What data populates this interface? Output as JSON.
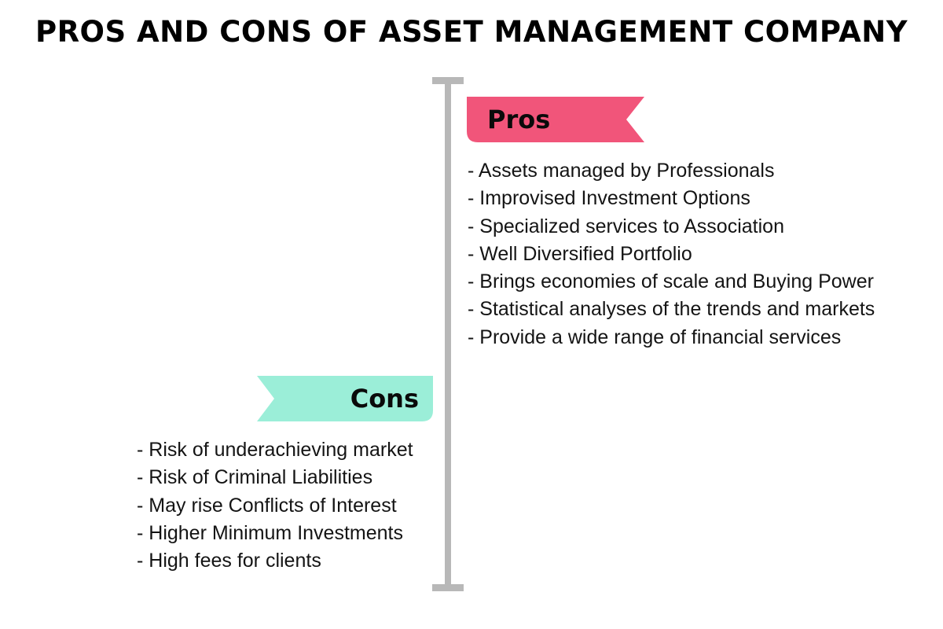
{
  "title": "PROS AND CONS OF ASSET MANAGEMENT COMPANY",
  "colors": {
    "pros_banner": "#f1557a",
    "cons_banner": "#9beed8",
    "divider": "#b8b8b8"
  },
  "pros": {
    "label": "Pros",
    "items": [
      "- Assets managed by Professionals",
      "- Improvised Investment Options",
      "- Specialized services to Association",
      "- Well Diversified Portfolio",
      "- Brings economies of scale and Buying Power",
      "- Statistical analyses of the trends and markets",
      "- Provide a wide range of financial services"
    ]
  },
  "cons": {
    "label": "Cons",
    "items": [
      "- Risk of underachieving market",
      "- Risk of Criminal Liabilities",
      "- May rise Conflicts of Interest",
      "- Higher Minimum Investments",
      "- High fees for clients"
    ]
  }
}
